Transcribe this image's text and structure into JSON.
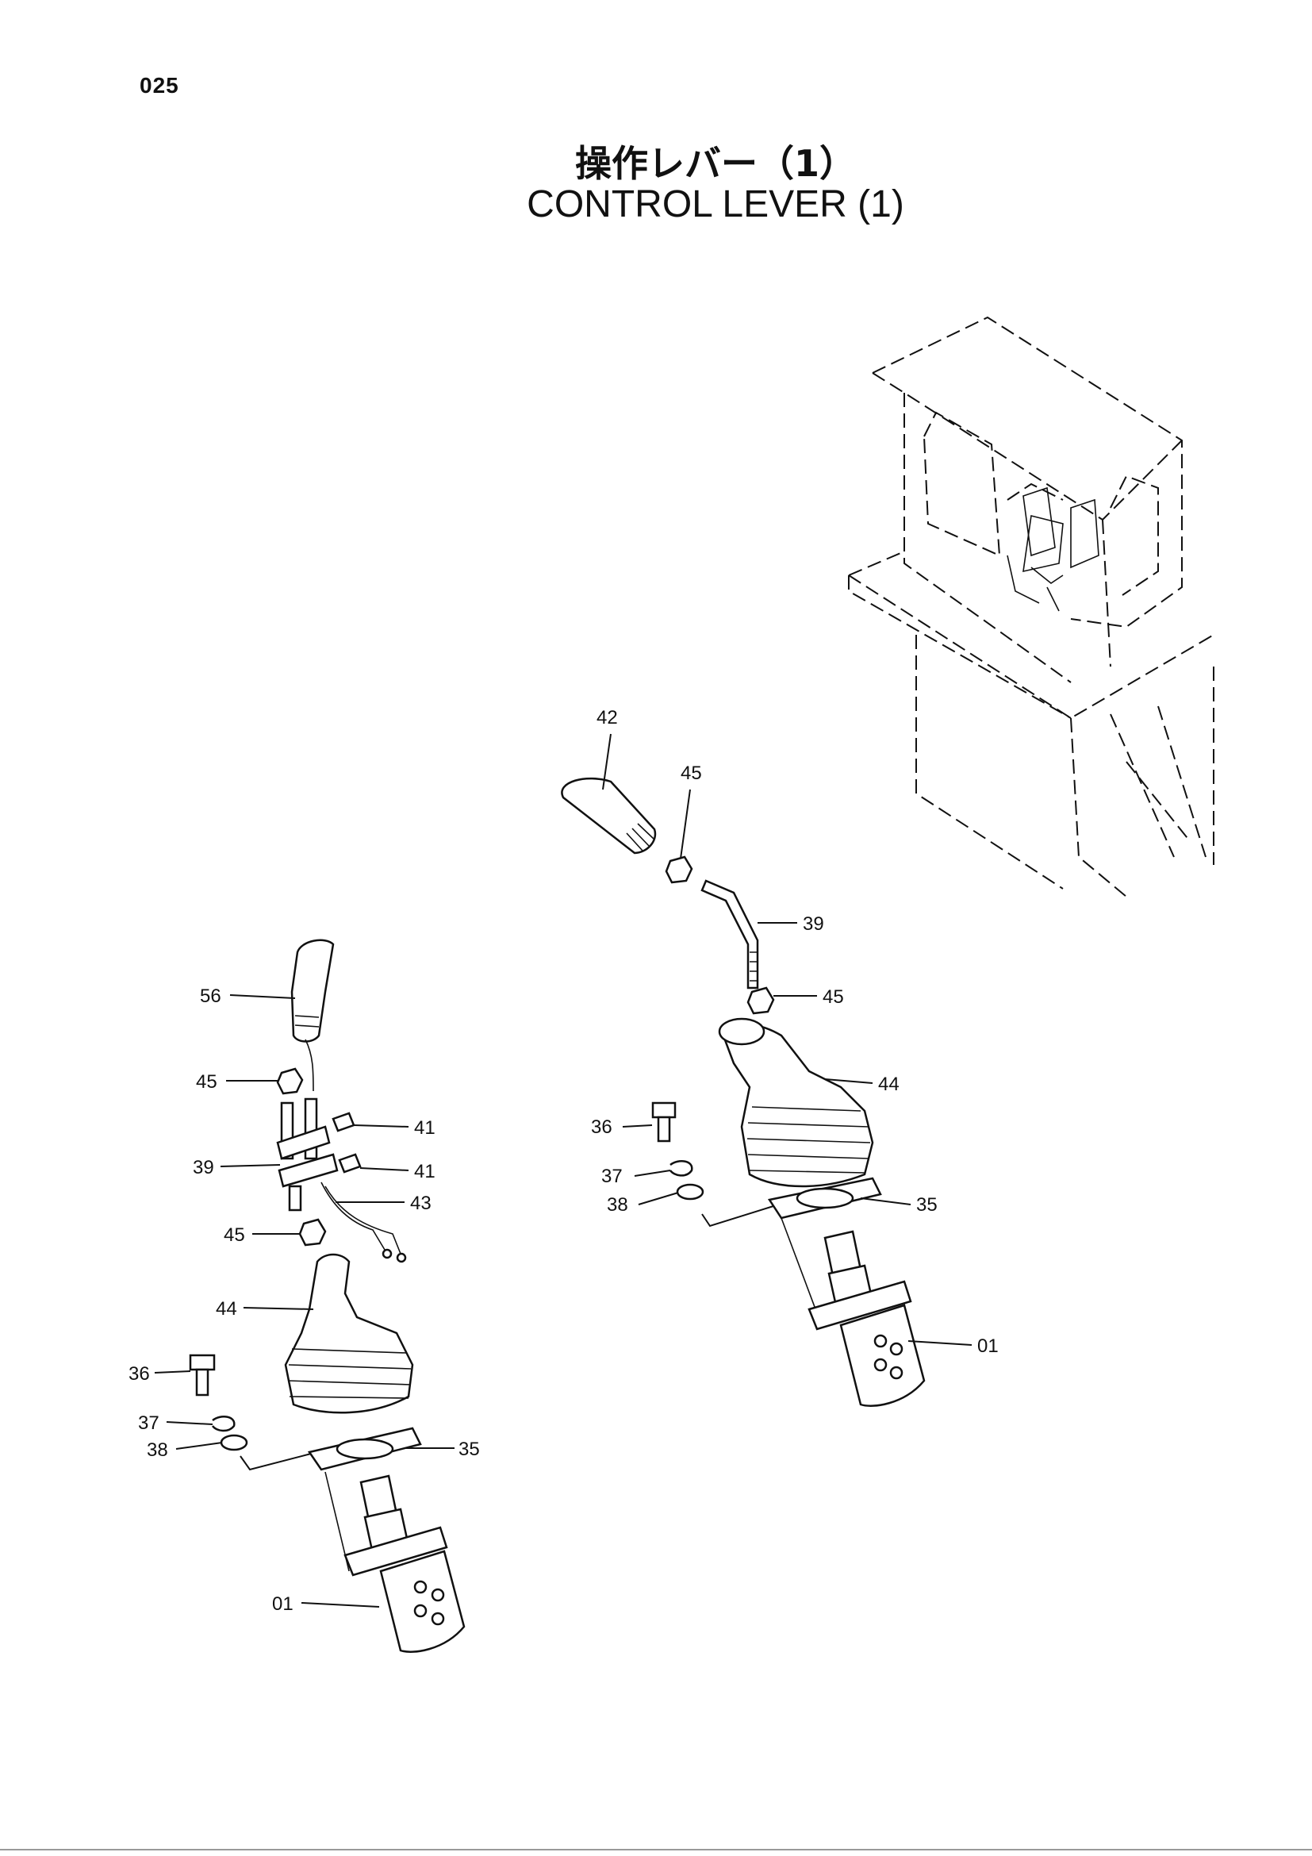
{
  "page_number": "025",
  "title_jp": "操作レバー（1）",
  "title_en": "CONTROL LEVER (1)",
  "callouts": {
    "left_assembly": {
      "c56": "56",
      "c45a": "45",
      "c41a": "41",
      "c39": "39",
      "c41b": "41",
      "c43": "43",
      "c45b": "45",
      "c44": "44",
      "c36": "36",
      "c37": "37",
      "c38": "38",
      "c35": "35",
      "c01": "01"
    },
    "right_assembly": {
      "c42": "42",
      "c45a": "45",
      "c39": "39",
      "c45b": "45",
      "c44": "44",
      "c36": "36",
      "c37": "37",
      "c38": "38",
      "c35": "35",
      "c01": "01"
    }
  }
}
